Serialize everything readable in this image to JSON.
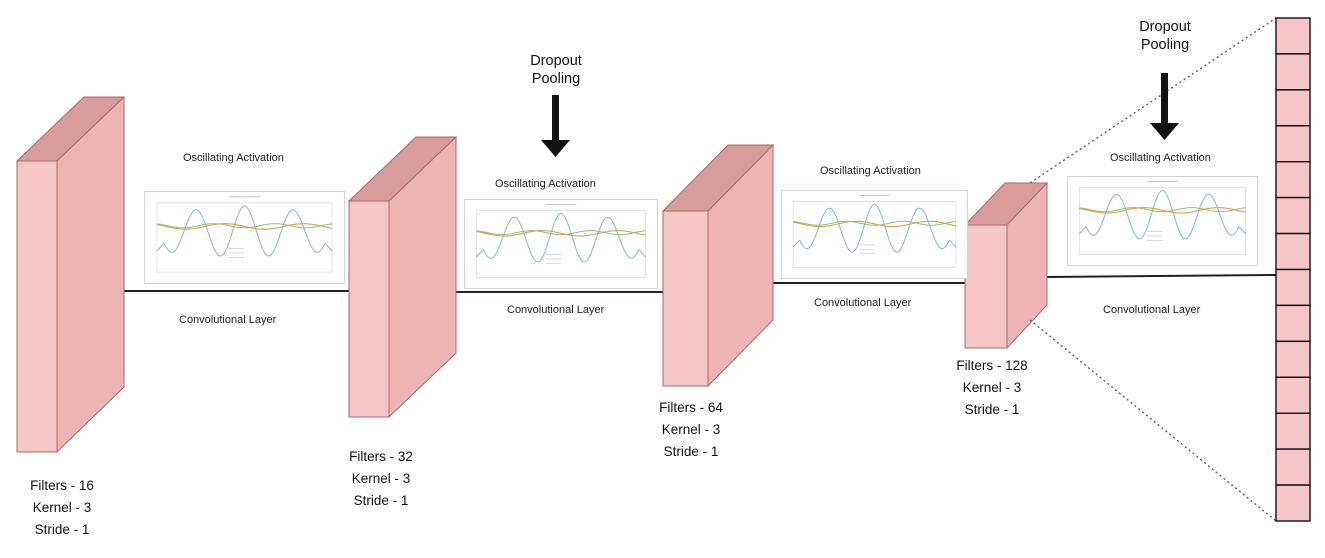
{
  "layers": [
    {
      "filters": "Filters - 16",
      "kernel": "Kernel - 3",
      "stride": "Stride - 1"
    },
    {
      "filters": "Filters - 32",
      "kernel": "Kernel - 3",
      "stride": "Stride - 1"
    },
    {
      "filters": "Filters - 64",
      "kernel": "Kernel - 3",
      "stride": "Stride - 1"
    },
    {
      "filters": "Filters - 128",
      "kernel": "Kernel - 3",
      "stride": "Stride - 1"
    }
  ],
  "connectors": [
    {
      "activation": "Oscillating Activation",
      "layer": "Convolutional Layer"
    },
    {
      "activation": "Oscillating Activation",
      "layer": "Convolutional Layer"
    },
    {
      "activation": "Oscillating Activation",
      "layer": "Convolutional Layer"
    },
    {
      "activation": "Oscillating Activation",
      "layer": "Convolutional Layer"
    }
  ],
  "dropouts": [
    {
      "line1": "Dropout",
      "line2": "Pooling"
    },
    {
      "line1": "Dropout",
      "line2": "Pooling"
    }
  ],
  "colors": {
    "block_front": "#f6c6c6",
    "block_top": "#d99c9c",
    "block_side": "#edb4b4",
    "outline": "#a76a6a"
  }
}
